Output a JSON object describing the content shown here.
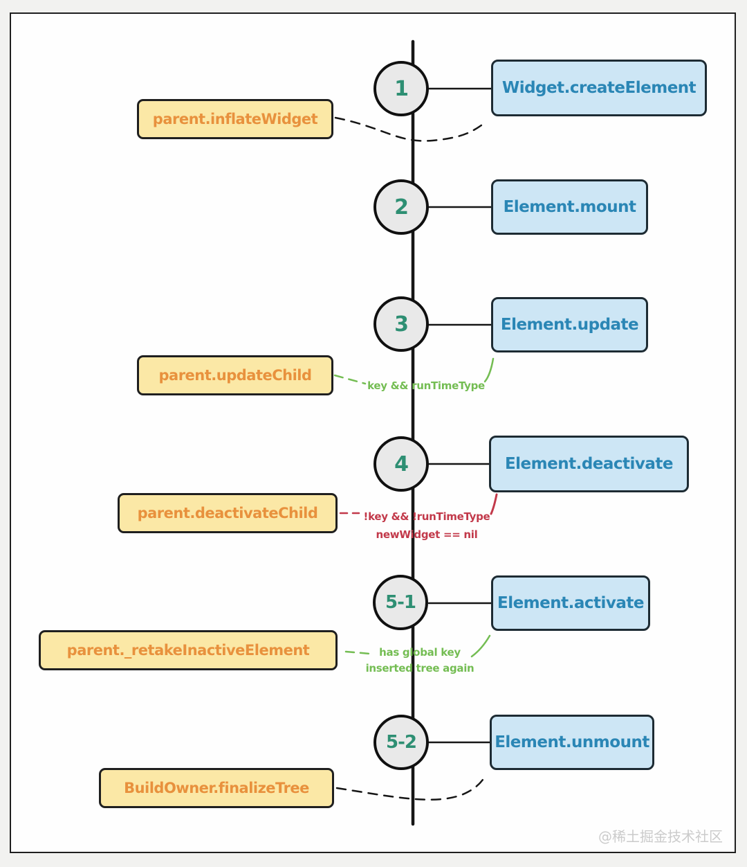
{
  "watermark": "@稀土掘金技术社区",
  "colors": {
    "teal": "#2e8f73",
    "blue-fill": "#cde6f5",
    "blue-text": "#2a86b5",
    "yellow-fill": "#fbe8a6",
    "orange-text": "#e8913d",
    "green": "#74bd53",
    "red": "#c2394a"
  },
  "steps": [
    {
      "number": "1",
      "method": "Widget.createElement"
    },
    {
      "number": "2",
      "method": "Element.mount"
    },
    {
      "number": "3",
      "method": "Element.update"
    },
    {
      "number": "4",
      "method": "Element.deactivate"
    },
    {
      "number": "5-1",
      "method": "Element.activate"
    },
    {
      "number": "5-2",
      "method": "Element.unmount"
    }
  ],
  "callers": [
    {
      "label": "parent.inflateWidget"
    },
    {
      "label": "parent.updateChild"
    },
    {
      "label": "parent.deactivateChild"
    },
    {
      "label": "parent._retakeInactiveElement"
    },
    {
      "label": "BuildOwner.finalizeTree"
    }
  ],
  "annotations": {
    "update_condition": "key && runTimeType",
    "deactivate_condition_line1": "!key && !runTimeType",
    "deactivate_condition_line2": "newWidget == nil",
    "activate_condition_line1": "has global key",
    "activate_condition_line2": "inserted tree again"
  }
}
